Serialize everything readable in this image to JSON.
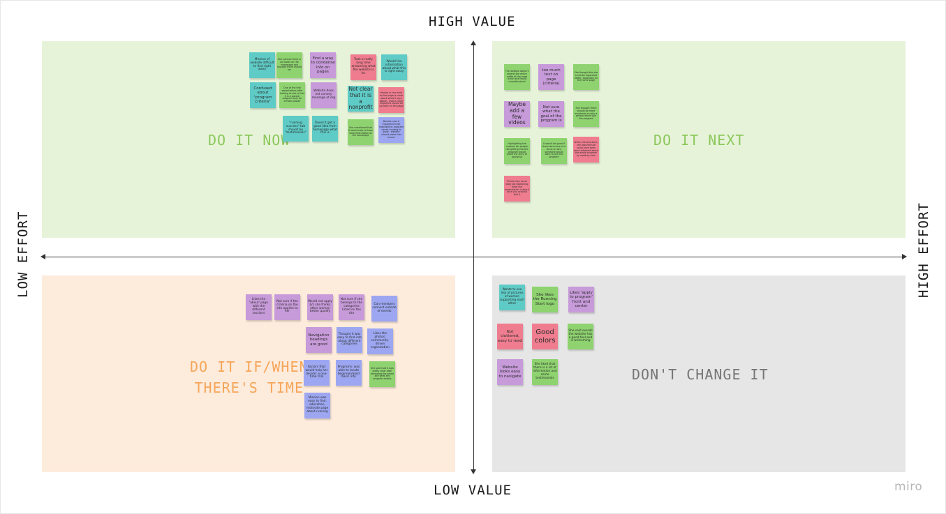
{
  "axes": {
    "top": "HIGH VALUE",
    "bottom": "LOW VALUE",
    "left": "LOW EFFORT",
    "right": "HIGH EFFORT"
  },
  "quadrants": {
    "top_left": {
      "title": "DO IT NOW",
      "color": "#e6f3d9",
      "title_color": "#8cc75a"
    },
    "top_right": {
      "title": "DO IT NEXT",
      "color": "#e6f3d9",
      "title_color": "#8cc75a"
    },
    "bottom_left": {
      "title": "DO IT IF/WHEN\nTHERE'S TIME",
      "color": "#fdebdc",
      "title_color": "#f5a659"
    },
    "bottom_right": {
      "title": "DON'T CHANGE IT",
      "color": "#e6e6e6",
      "title_color": "#757575"
    }
  },
  "colors": {
    "teal": "#5fcbc6",
    "green": "#8ed36f",
    "purple": "#c79ad9",
    "pink": "#ef7d8f",
    "blue": "#9da7f1"
  },
  "notes": {
    "tl": [
      "Mission of website difficult to find right away",
      "She noticed there is no footer on the homepage and thought there should be",
      "Find a way to condense info on pages",
      "Took a really long time answering what the website is for",
      "Would like information about what this is right away",
      "Confused about \"program criteria\"",
      "One of the first expectations after looking at site is that it is a special program only for certain people",
      "Website does not convey message of org",
      "Not clear that it is a nonprofit",
      "Mentor in her mind on the page is more about what it says above - that is more important should be up front on the page",
      "\"running success\" tab should be \"testimonials\"",
      "Doesn't get a good idea from homepage what this is",
      "She mentioned that it would help to have more information on the homepage",
      "Donate now is important to be highlighted: program needs funding to grow - website should make that known"
    ],
    "tr": [
      "The website doesn't extend the entire width of the page which she found unprofessional",
      "too much text on page (criteria)",
      "She thought the site could be organized better, especially on the home page",
      "Maybe add a few videos",
      "Not sure what the goal of the program is",
      "She thought there should be more emphasis on why a person would join the program",
      "Highlighting the reasons for people not getting into the program would make the story of applying",
      "It would be good if there was more of a focus on why someone would want to join the program",
      "When she was done, she realized she could have been more informed about the whole program by reading more",
      "Thinks they do an okay job explaining what the organization is about once you actually find it"
    ],
    "bl": [
      "Likes the 'about' page with the different sections",
      "Not sure if the criteria on the site applies to her",
      "Would not apply b/c she thinks other women better qualify",
      "Not sure if she belongs to the categories listed on the site",
      "Can members connect outside of events",
      "Navigation headings are good",
      "Thought it was easy to find info about different categories",
      "Likes the photos: community-driven organization",
      "Factors that would help her decide: a one-time trial",
      "Programs: was able to locate beginner/most basic info",
      "She said that it was pretty clear after reviewing the whole site what the program entails",
      "Mission was easy to find: education, motivate page about running"
    ],
    "br": [
      "Wants to see lots of pictures of women supporting each other",
      "She likes the Running Start logo",
      "Likes 'apply to program' front and center",
      "Not cluttered, easy to read",
      "Good colors",
      "She said overall the website has a good feel and is welcoming",
      "Website looks easy to navigate",
      "She liked that there is a lot of information and some testimonials"
    ]
  },
  "brand": "miro"
}
